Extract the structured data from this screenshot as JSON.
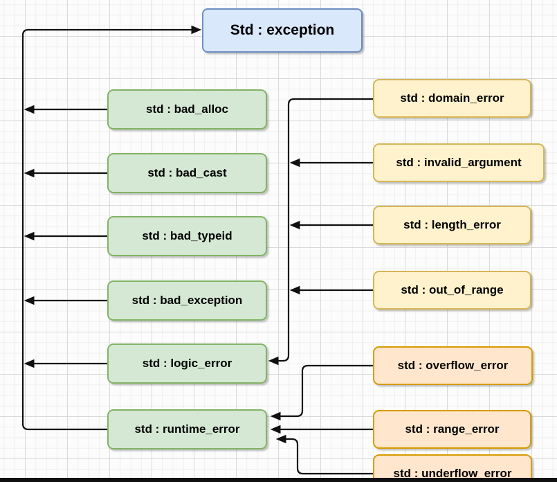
{
  "diagram": {
    "root": {
      "label": "Std : exception"
    },
    "exception_children": [
      {
        "label": "std : bad_alloc"
      },
      {
        "label": "std : bad_cast"
      },
      {
        "label": "std : bad_typeid"
      },
      {
        "label": "std : bad_exception"
      },
      {
        "label": "std : logic_error"
      },
      {
        "label": "std : runtime_error"
      }
    ],
    "logic_error_children": [
      {
        "label": "std : domain_error"
      },
      {
        "label": "std : invalid_argument"
      },
      {
        "label": "std : length_error"
      },
      {
        "label": "std : out_of_range"
      }
    ],
    "runtime_error_children": [
      {
        "label": "std : overflow_error"
      },
      {
        "label": "std : range_error"
      },
      {
        "label": "std : underflow_error"
      }
    ]
  },
  "colors": {
    "root_fill": "#dae8fc",
    "root_border": "#6c8ebf",
    "green_fill": "#d5e8d4",
    "green_border": "#82b366",
    "yellow_fill": "#fff2cc",
    "yellow_border": "#d6b656",
    "orange_fill": "#ffe6cc",
    "orange_border": "#d79b00",
    "connector": "#101010",
    "background": "#fcfcfc"
  }
}
